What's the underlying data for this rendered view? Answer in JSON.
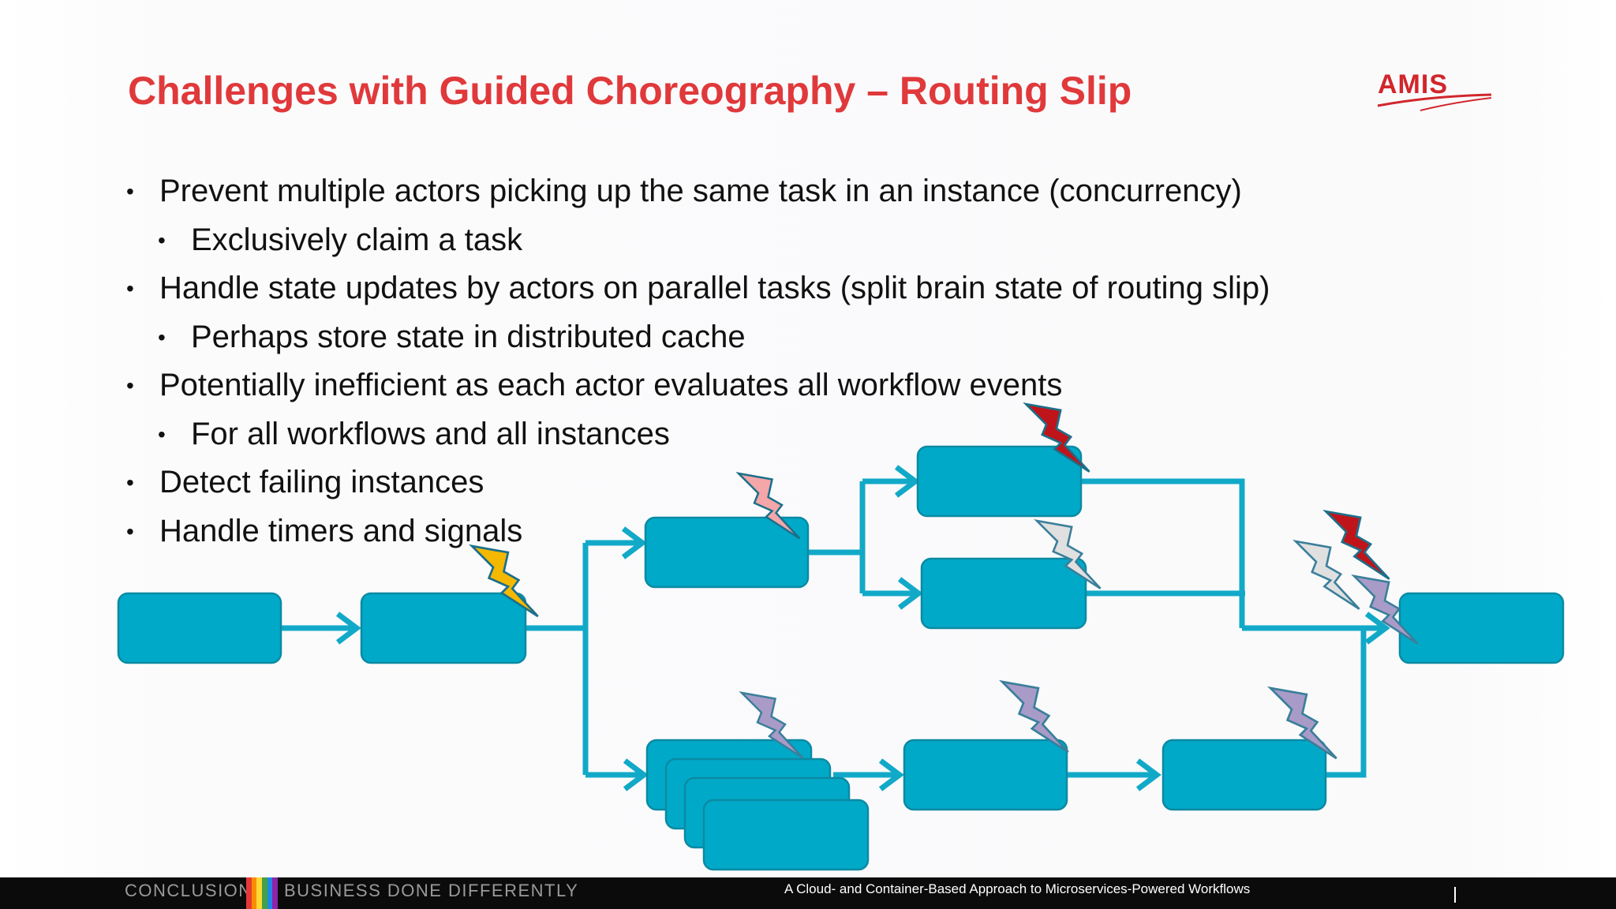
{
  "slide": {
    "title": "Challenges with Guided Choreography – Routing Slip",
    "logo_text": "AMIS",
    "bullets": [
      {
        "level": 1,
        "text": "Prevent multiple actors picking up the same task in an instance (concurrency)"
      },
      {
        "level": 2,
        "text": "Exclusively claim a task"
      },
      {
        "level": 1,
        "text": "Handle state updates by actors on parallel tasks (split brain state of routing slip)"
      },
      {
        "level": 2,
        "text": "Perhaps store state in distributed cache"
      },
      {
        "level": 1,
        "text": "Potentially inefficient as each actor evaluates all workflow events"
      },
      {
        "level": 2,
        "text": "For all workflows and all instances"
      },
      {
        "level": 1,
        "text": "Detect failing instances"
      },
      {
        "level": 1,
        "text": "Handle timers and signals"
      }
    ]
  },
  "diagram": {
    "colors": {
      "task_fill": "#01a9c8",
      "task_stroke": "#0b8aa3",
      "connector": "#12a9c8",
      "bolt_yellow": "#f5b800",
      "bolt_pink": "#f4a6a8",
      "bolt_red": "#c0141b",
      "bolt_gray": "#e0e0e0",
      "bolt_purple": "#a99bc8"
    },
    "tasks": [
      {
        "id": "start"
      },
      {
        "id": "dispatch"
      },
      {
        "id": "upper-split"
      },
      {
        "id": "upper-branch-a"
      },
      {
        "id": "upper-branch-b"
      },
      {
        "id": "parallel-instances"
      },
      {
        "id": "lower-step-2"
      },
      {
        "id": "lower-step-3"
      },
      {
        "id": "join-end"
      }
    ],
    "bolts": [
      {
        "id": "bolt-dispatch",
        "color": "yellow"
      },
      {
        "id": "bolt-upper-split",
        "color": "pink"
      },
      {
        "id": "bolt-branch-a",
        "color": "red"
      },
      {
        "id": "bolt-branch-b",
        "color": "gray"
      },
      {
        "id": "bolt-parallel",
        "color": "purple"
      },
      {
        "id": "bolt-lower-2",
        "color": "purple"
      },
      {
        "id": "bolt-lower-3",
        "color": "purple"
      },
      {
        "id": "bolt-end-gray",
        "color": "gray"
      },
      {
        "id": "bolt-end-red",
        "color": "red"
      },
      {
        "id": "bolt-end-purple",
        "color": "purple"
      }
    ]
  },
  "footer": {
    "section": "CONCLUSION",
    "tagline": "BUSINESS DONE DIFFERENTLY",
    "subtitle": "A Cloud- and Container-Based Approach to Microservices-Powered Workflows",
    "stripe_colors": [
      "#e53935",
      "#fb8c00",
      "#fdd835",
      "#43a047",
      "#1e88e5",
      "#8e24aa"
    ]
  }
}
